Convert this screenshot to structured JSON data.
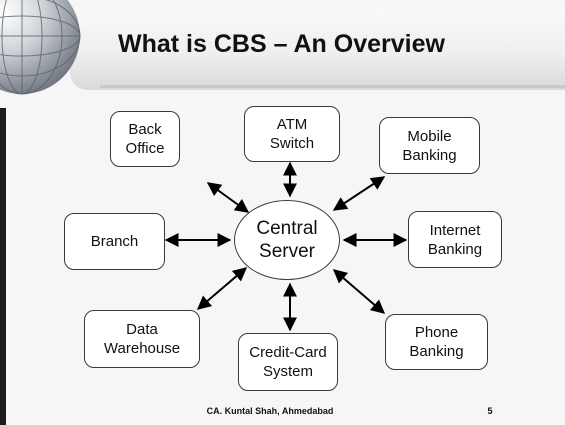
{
  "slide": {
    "title": "What is CBS – An Overview",
    "footer": "CA. Kuntal Shah, Ahmedabad",
    "page_number": "5"
  },
  "diagram": {
    "center": "Central\nServer",
    "nodes": {
      "back_office": "Back\nOffice",
      "atm_switch": "ATM\nSwitch",
      "mobile_banking": "Mobile\nBanking",
      "branch": "Branch",
      "internet_banking": "Internet\nBanking",
      "data_warehouse": "Data\nWarehouse",
      "credit_card_system": "Credit-Card\nSystem",
      "phone_banking": "Phone\nBanking"
    },
    "connections": [
      {
        "from": "central_server",
        "to": "back_office",
        "bidirectional": true
      },
      {
        "from": "central_server",
        "to": "atm_switch",
        "bidirectional": true
      },
      {
        "from": "central_server",
        "to": "mobile_banking",
        "bidirectional": true
      },
      {
        "from": "central_server",
        "to": "branch",
        "bidirectional": true
      },
      {
        "from": "central_server",
        "to": "internet_banking",
        "bidirectional": true
      },
      {
        "from": "central_server",
        "to": "data_warehouse",
        "bidirectional": true
      },
      {
        "from": "central_server",
        "to": "credit_card_system",
        "bidirectional": true
      },
      {
        "from": "central_server",
        "to": "phone_banking",
        "bidirectional": true
      }
    ]
  },
  "colors": {
    "background": "#f6f6f6",
    "title_text": "#111111",
    "node_fill": "#ffffff",
    "node_border": "#3a3a3a",
    "arrow": "#000000"
  }
}
